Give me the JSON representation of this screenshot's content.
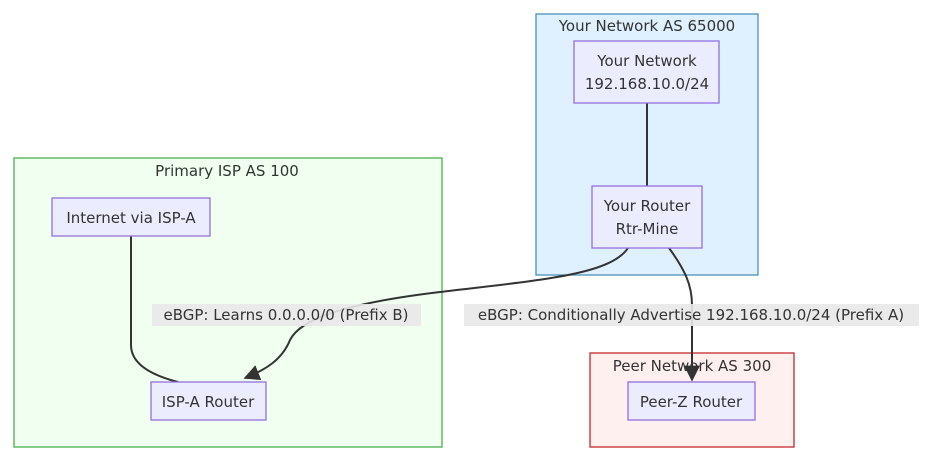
{
  "clusters": {
    "your_network": {
      "label": "Your Network AS 65000",
      "fill": "#dff0ff",
      "stroke": "#4a90b8"
    },
    "primary_isp": {
      "label": "Primary ISP AS 100",
      "fill": "#f0fff0",
      "stroke": "#4caf50"
    },
    "peer_network": {
      "label": "Peer Network AS 300",
      "fill": "#fff0f0",
      "stroke": "#c62828"
    }
  },
  "nodes": {
    "your_network_node": {
      "line1": "Your Network",
      "line2": "192.168.10.0/24"
    },
    "your_router": {
      "line1": "Your Router",
      "line2": "Rtr-Mine"
    },
    "internet_isp_a": {
      "label": "Internet via ISP-A"
    },
    "isp_a_router": {
      "label": "ISP-A Router"
    },
    "peer_z_router": {
      "label": "Peer-Z Router"
    }
  },
  "edges": {
    "learns": {
      "label": "eBGP: Learns 0.0.0.0/0 (Prefix B)"
    },
    "advertise": {
      "label": "eBGP: Conditionally Advertise 192.168.10.0/24 (Prefix A)"
    }
  }
}
